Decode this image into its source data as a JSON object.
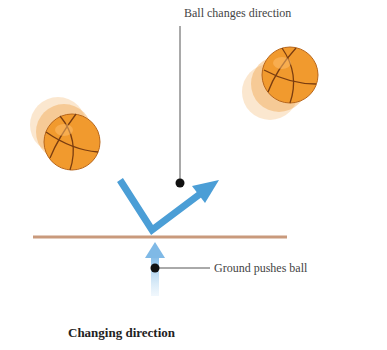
{
  "diagram": {
    "caption": "Changing direction",
    "labels": [
      "Ball changes direction",
      "Ground pushes ball"
    ]
  }
}
